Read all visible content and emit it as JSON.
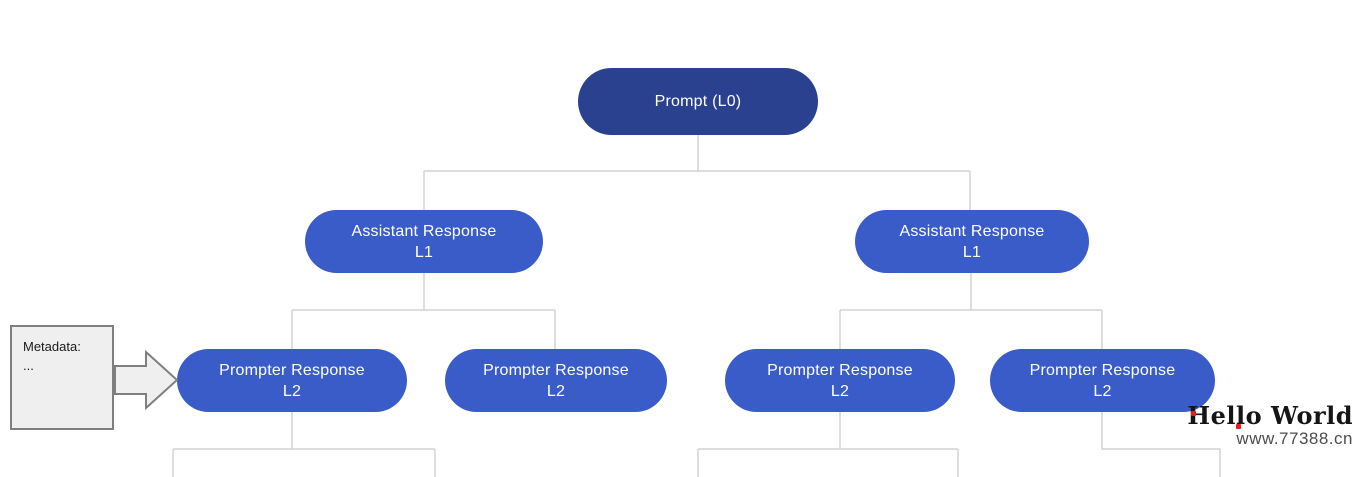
{
  "tree": {
    "root": {
      "label": "Prompt (L0)"
    },
    "assistant_nodes": [
      {
        "title": "Assistant Response",
        "level": "L1"
      },
      {
        "title": "Assistant Response",
        "level": "L1"
      }
    ],
    "prompter_nodes": [
      {
        "title": "Prompter Response",
        "level": "L2"
      },
      {
        "title": "Prompter Response",
        "level": "L2"
      },
      {
        "title": "Prompter Response",
        "level": "L2"
      },
      {
        "title": "Prompter Response",
        "level": "L2"
      }
    ]
  },
  "metadata_box": {
    "title": "Metadata:",
    "ellipsis": "..."
  },
  "watermark": {
    "line1": "Hello World",
    "line2": "www.77388.cn"
  },
  "colors": {
    "root_node_fill": "#2a4190",
    "node_fill": "#3a5cc8",
    "node_text": "#ffffff",
    "connector": "#d4d4d4",
    "metadata_fill": "#efefef",
    "metadata_border": "#7f7f7f",
    "watermark_dot": "#e02020"
  }
}
